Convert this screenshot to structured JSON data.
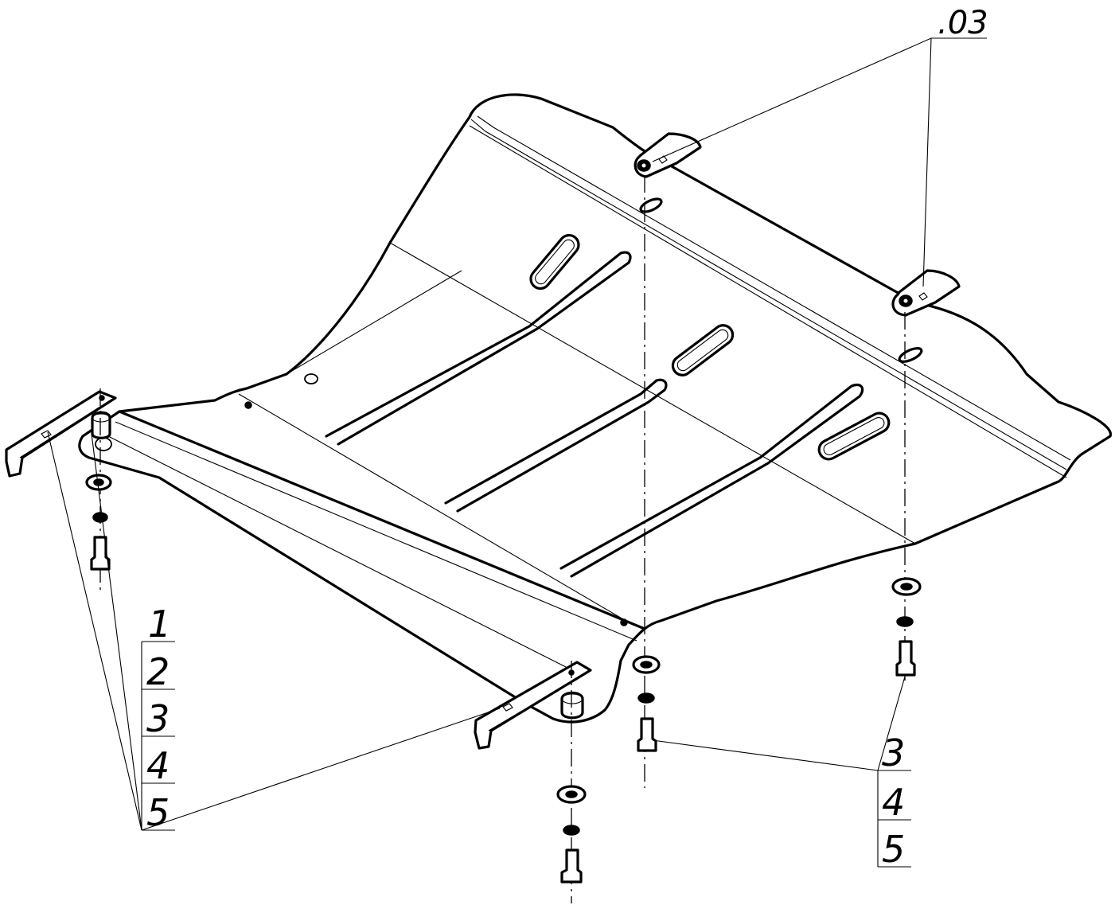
{
  "callouts": {
    "top_part": ".03",
    "left_stack": [
      "1",
      "2",
      "3",
      "4",
      "5"
    ],
    "right_stack": [
      "3",
      "4",
      "5"
    ]
  }
}
